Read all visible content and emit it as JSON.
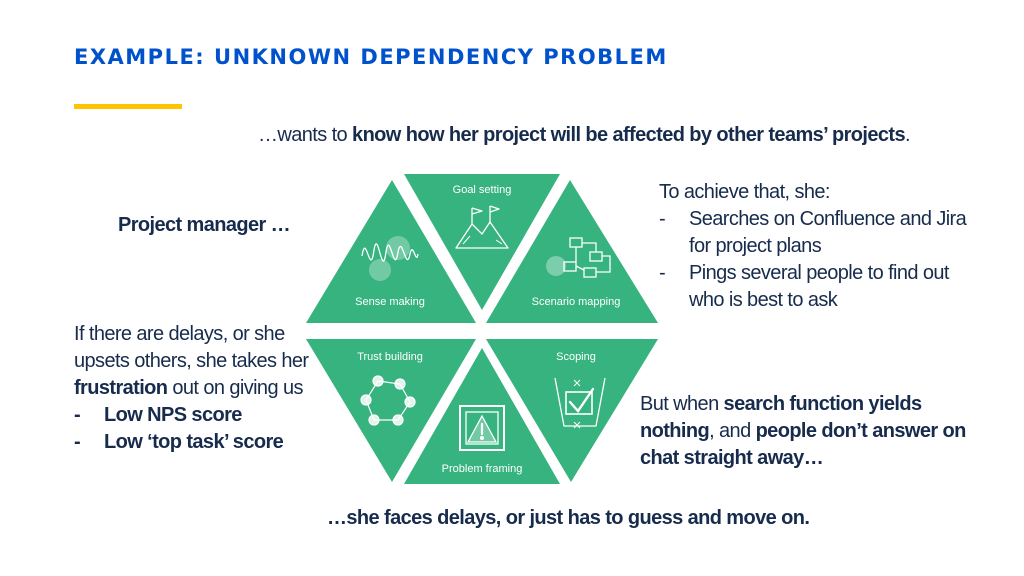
{
  "title": "EXAMPLE: UNKNOWN DEPENDENCY PROBLEM",
  "colors": {
    "title": "#0052cc",
    "accent": "#ffc400",
    "triangle": "#36b37e",
    "text": "#172b4d"
  },
  "top_line": {
    "pre": "…wants to ",
    "bold": "know how her project will be affected by other teams’ projects",
    "post": "."
  },
  "project_manager": "Project manager …",
  "achieve": {
    "intro": "To achieve that, she:",
    "items": [
      "Searches on Confluence and Jira for project plans",
      "Pings several people to find out who is best to ask"
    ]
  },
  "delays": {
    "line1": "If there are delays, or she upsets others, she takes her ",
    "bold": "frustration",
    "line2": " out on giving us",
    "items": [
      "Low NPS score",
      "Low ‘top task’ score"
    ]
  },
  "but_when": {
    "pre": "But when ",
    "bold1": "search function yields nothing",
    "mid": ", and ",
    "bold2": "people don’t answer on chat straight away…"
  },
  "bottom_line": "…she faces delays, or just has to guess and move on.",
  "hexagon": {
    "segments": [
      {
        "label": "Goal setting",
        "icon": "mountain-flags-icon"
      },
      {
        "label": "Scenario mapping",
        "icon": "flowchart-icon"
      },
      {
        "label": "Scoping",
        "icon": "checkbox-tick-icon"
      },
      {
        "label": "Problem framing",
        "icon": "warning-frame-icon"
      },
      {
        "label": "Trust building",
        "icon": "connected-circles-icon"
      },
      {
        "label": "Sense making",
        "icon": "squiggle-icon"
      }
    ]
  }
}
